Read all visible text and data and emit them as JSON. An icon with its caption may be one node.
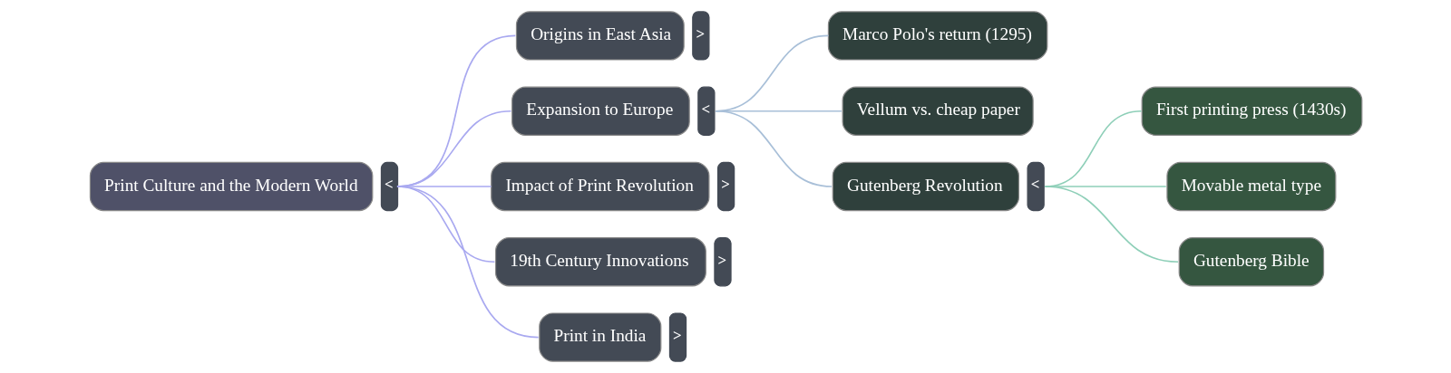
{
  "diagram": {
    "nodes": [
      {
        "text": [
          "Print Culture and the Modern World"
        ],
        "beside": [
          "<"
        ]
      },
      {
        "text": [
          "Origins in East Asia"
        ],
        "beside": [
          ">"
        ]
      },
      {
        "text": [
          "Expansion to Europe"
        ],
        "beside": [
          "<"
        ]
      },
      {
        "text": [
          "Marco Polo's return (1295)"
        ]
      },
      {
        "text": [
          "Vellum vs. cheap paper"
        ]
      },
      {
        "text": [
          "Gutenberg Revolution"
        ],
        "beside": [
          "<"
        ]
      },
      {
        "text": [
          "First printing press (1430s)"
        ]
      },
      {
        "text": [
          "Movable metal type"
        ]
      },
      {
        "text": [
          "Gutenberg Bible"
        ]
      },
      {
        "text": [
          "Impact of Print Revolution"
        ],
        "beside": [
          ">"
        ]
      },
      {
        "text": [
          "19th Century Innovations"
        ],
        "beside": [
          ">"
        ]
      },
      {
        "text": [
          "Print in India"
        ],
        "beside": [
          ">"
        ]
      }
    ],
    "edges": [
      {
        "from": 0,
        "to": 1,
        "arrow": "none"
      },
      {
        "from": 0,
        "to": 2,
        "arrow": "none"
      },
      {
        "from": 0,
        "to": 9,
        "arrow": "none"
      },
      {
        "from": 0,
        "to": 10,
        "arrow": "none"
      },
      {
        "from": 0,
        "to": 11,
        "arrow": "none"
      },
      {
        "from": 2,
        "to": 3,
        "arrow": "none",
        "color": "#a8bfd8"
      },
      {
        "from": 2,
        "to": 4,
        "arrow": "none",
        "color": "#a8bfd8"
      },
      {
        "from": 2,
        "to": 5,
        "arrow": "none",
        "color": "#a8bfd8"
      },
      {
        "from": 5,
        "to": 6,
        "arrow": "none",
        "color": "#8ecfb8"
      },
      {
        "from": 5,
        "to": 7,
        "arrow": "none",
        "color": "#8ecfb8"
      },
      {
        "from": 5,
        "to": 8,
        "arrow": "none",
        "color": "#8ecfb8"
      }
    ]
  }
}
